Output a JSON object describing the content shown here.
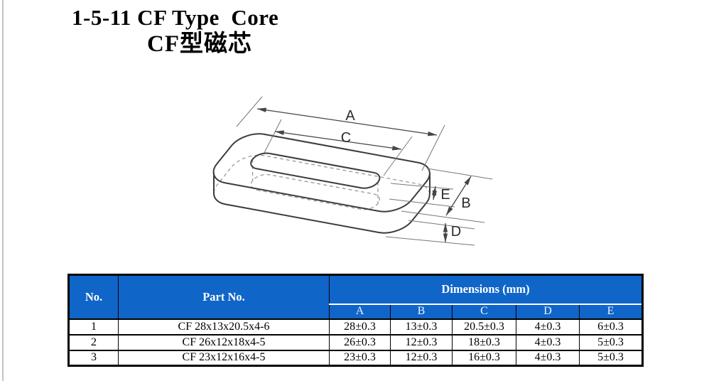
{
  "page": {
    "title_en": "1-5-11 CF Type  Core",
    "title_zh": "CF型磁芯"
  },
  "diagram": {
    "dim_labels": {
      "A": "A",
      "B": "B",
      "C": "C",
      "D": "D",
      "E": "E"
    }
  },
  "table": {
    "accent_color": "#1065C8",
    "headers": {
      "no": "No.",
      "part": "Part No.",
      "dims": "Dimensions (mm)",
      "cols": [
        "A",
        "B",
        "C",
        "D",
        "E"
      ]
    },
    "rows": [
      {
        "no": "1",
        "part": "CF 28x13x20.5x4-6",
        "a": "28±0.3",
        "b": "13±0.3",
        "c": "20.5±0.3",
        "d": "4±0.3",
        "e": "6±0.3"
      },
      {
        "no": "2",
        "part": "CF 26x12x18x4-5",
        "a": "26±0.3",
        "b": "12±0.3",
        "c": "18±0.3",
        "d": "4±0.3",
        "e": "5±0.3"
      },
      {
        "no": "3",
        "part": "CF 23x12x16x4-5",
        "a": "23±0.3",
        "b": "12±0.3",
        "c": "16±0.3",
        "d": "4±0.3",
        "e": "5±0.3"
      }
    ]
  }
}
